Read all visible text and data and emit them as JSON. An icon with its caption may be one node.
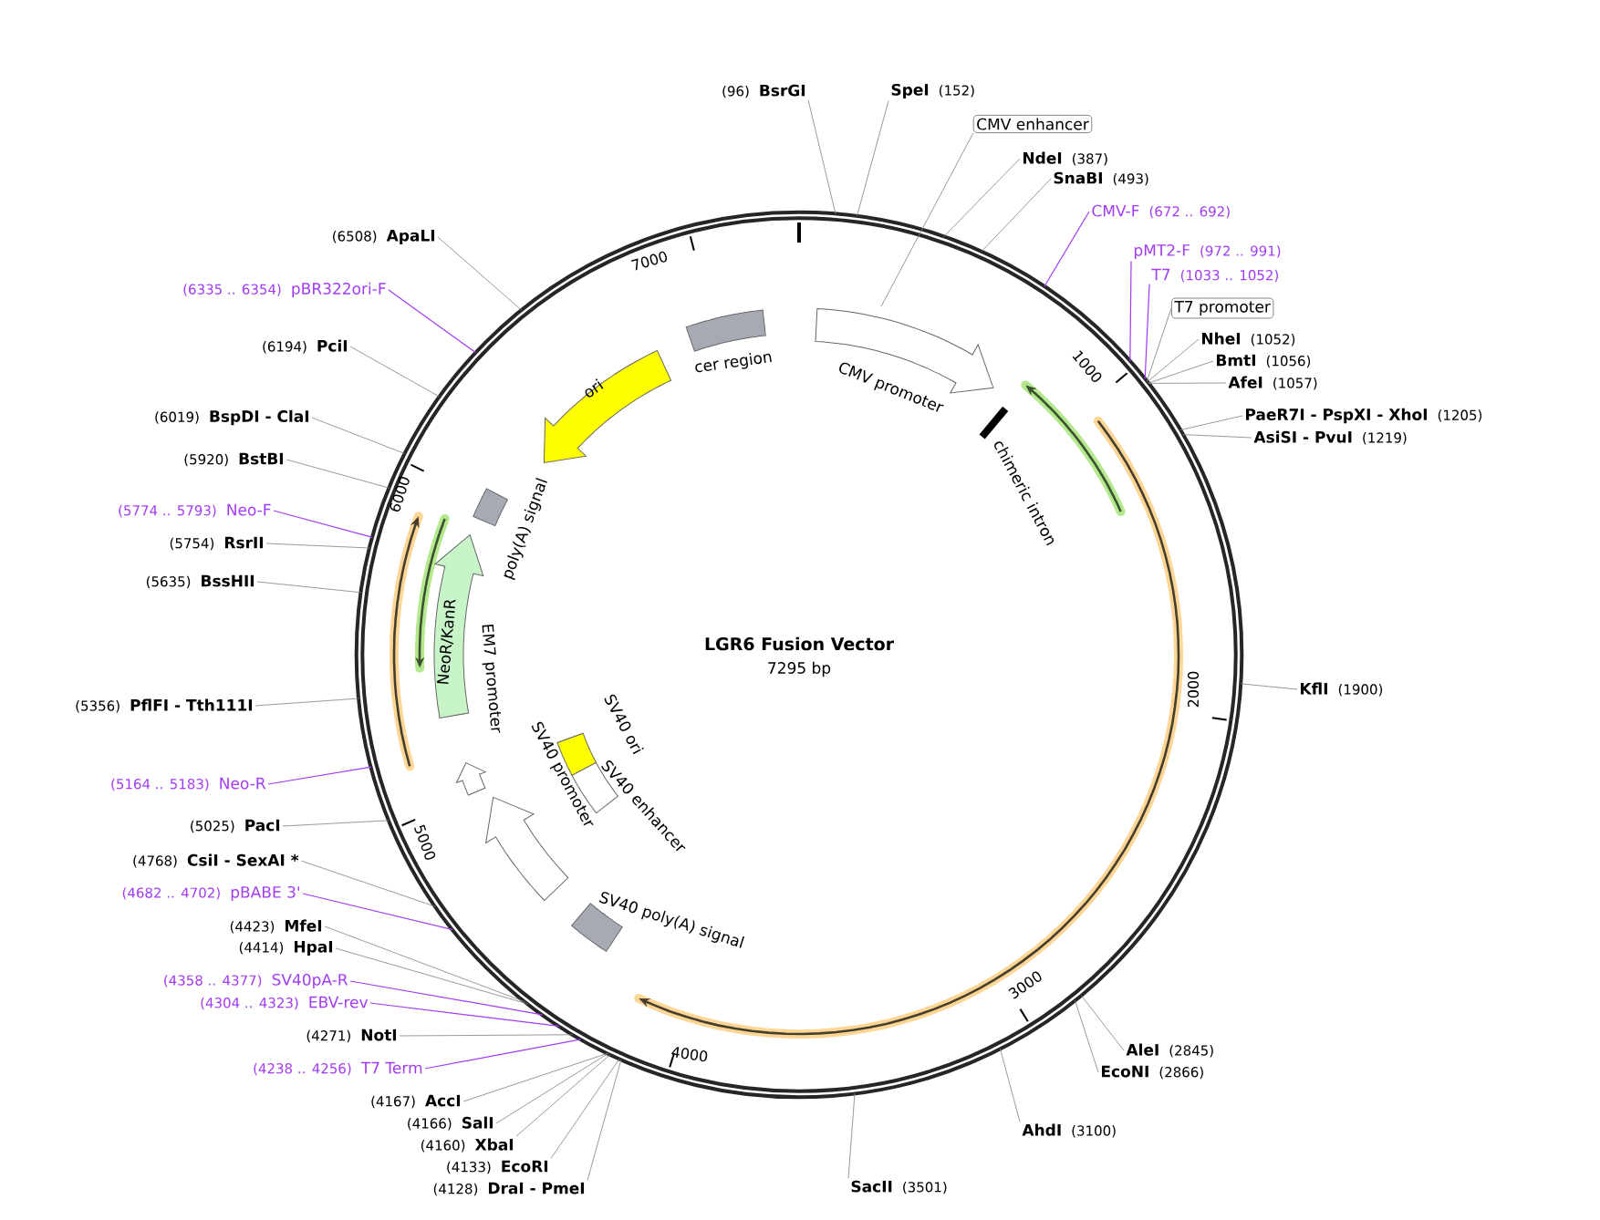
{
  "diagram": {
    "title": "LGR6 Fusion Vector",
    "nodes": [
      {
        "text": [],
        "shape": "circle"
      },
      {
        "text": [
          "(96)",
          "BsrGI"
        ]
      },
      {
        "text": [
          "SpeI",
          "(152)"
        ]
      },
      {
        "text": [
          "CMV enhancer"
        ]
      },
      {
        "text": [
          "NdeI",
          "(387)"
        ]
      },
      {
        "text": [
          "SnaBI",
          "(493)"
        ]
      },
      {
        "text": [
          "CMV-F",
          "(672 .. 692)"
        ]
      },
      {
        "text": [
          "pMT2-F",
          "(972 .. 991)"
        ]
      },
      {
        "text": [
          "T7",
          "(1033 .. 1052)"
        ]
      },
      {
        "text": [
          "T7 promoter"
        ]
      },
      {
        "text": [
          "NheI",
          "(1052)"
        ]
      },
      {
        "text": [
          "BmtI",
          "(1056)"
        ]
      },
      {
        "text": [
          "AfeI",
          "(1057)"
        ]
      },
      {
        "text": [
          "PaeR7I - PspXI - XhoI",
          "(1205)"
        ]
      },
      {
        "text": [
          "AsiSI - PvuI",
          "(1219)"
        ]
      },
      {
        "text": [
          "KflI",
          "(1900)"
        ]
      },
      {
        "text": [
          "AleI",
          "(2845)"
        ]
      },
      {
        "text": [
          "EcoNI",
          "(2866)"
        ]
      },
      {
        "text": [
          "AhdI",
          "(3100)"
        ]
      },
      {
        "text": [
          "SacII",
          "(3501)"
        ]
      },
      {
        "text": [
          "(4128)",
          "DraI - PmeI"
        ]
      },
      {
        "text": [
          "(4133)",
          "EcoRI"
        ]
      },
      {
        "text": [
          "(4160)",
          "XbaI"
        ]
      },
      {
        "text": [
          "(4166)",
          "SalI"
        ]
      },
      {
        "text": [
          "(4167)",
          "AccI"
        ]
      },
      {
        "text": [
          "(4238 .. 4256)",
          "T7 Term"
        ]
      },
      {
        "text": [
          "(4271)",
          "NotI"
        ]
      },
      {
        "text": [
          "(4304 .. 4323)",
          "EBV-rev"
        ]
      },
      {
        "text": [
          "(4358 .. 4377)",
          "SV40pA-R"
        ]
      },
      {
        "text": [
          "(4414)",
          "HpaI"
        ]
      },
      {
        "text": [
          "(4423)",
          "MfeI"
        ]
      },
      {
        "text": [
          "(4682 .. 4702)",
          "pBABE 3'"
        ]
      },
      {
        "text": [
          "(4768)",
          "CsiI - SexAI *"
        ]
      },
      {
        "text": [
          "(5025)",
          "PacI"
        ]
      },
      {
        "text": [
          "(5164 .. 5183)",
          "Neo-R"
        ]
      },
      {
        "text": [
          "(5356)",
          "PflFI - Tth111I"
        ]
      },
      {
        "text": [
          "(5635)",
          "BssHII"
        ]
      },
      {
        "text": [
          "(5754)",
          "RsrII"
        ]
      },
      {
        "text": [
          "(5774 .. 5793)",
          "Neo-F"
        ]
      },
      {
        "text": [
          "(5920)",
          "BstBI"
        ]
      },
      {
        "text": [
          "(6019)",
          "BspDI - ClaI"
        ]
      },
      {
        "text": [
          "(6194)",
          "PciI"
        ]
      },
      {
        "text": [
          "(6335 .. 6354)",
          "pBR322ori-F"
        ]
      },
      {
        "text": [
          "(6508)",
          "ApaLI"
        ]
      },
      {
        "text": [
          "cer region"
        ],
        "in": 0
      },
      {
        "text": [
          "CMV promoter"
        ],
        "in": 0
      },
      {
        "text": [
          "chimeric intron"
        ],
        "in": 0
      },
      {
        "text": [
          "ori"
        ],
        "in": 0
      },
      {
        "text": [
          "poly(A) signal"
        ],
        "in": 0
      },
      {
        "text": [
          "NeoR/KanR"
        ],
        "in": 0
      },
      {
        "text": [
          "EM7 promoter"
        ],
        "in": 0
      },
      {
        "text": [
          "SV40 promoter"
        ],
        "in": 0
      },
      {
        "text": [
          "SV40 ori"
        ],
        "in": 0
      },
      {
        "text": [
          "SV40 enhancer"
        ],
        "in": 0
      },
      {
        "text": [
          "SV40 poly(A) signal"
        ],
        "in": 0
      }
    ],
    "edges": [
      {
        "from": 1,
        "to": 0,
        "arrow": "none"
      },
      {
        "from": 2,
        "to": 0,
        "arrow": "none"
      },
      {
        "from": 3,
        "to": 0,
        "arrow": "none"
      },
      {
        "from": 4,
        "to": 0,
        "arrow": "none"
      },
      {
        "from": 5,
        "to": 0,
        "arrow": "none"
      },
      {
        "from": 6,
        "to": 0,
        "arrow": "none",
        "color": "#a23cf4"
      },
      {
        "from": 7,
        "to": 0,
        "arrow": "none",
        "color": "#a23cf4"
      },
      {
        "from": 8,
        "to": 0,
        "arrow": "none",
        "color": "#a23cf4"
      },
      {
        "from": 9,
        "to": 0,
        "arrow": "none"
      },
      {
        "from": 10,
        "to": 0,
        "arrow": "none"
      },
      {
        "from": 11,
        "to": 0,
        "arrow": "none"
      },
      {
        "from": 12,
        "to": 0,
        "arrow": "none"
      },
      {
        "from": 13,
        "to": 0,
        "arrow": "none"
      },
      {
        "from": 14,
        "to": 0,
        "arrow": "none"
      },
      {
        "from": 15,
        "to": 0,
        "arrow": "none"
      },
      {
        "from": 16,
        "to": 0,
        "arrow": "none"
      },
      {
        "from": 17,
        "to": 0,
        "arrow": "none"
      },
      {
        "from": 18,
        "to": 0,
        "arrow": "none"
      },
      {
        "from": 19,
        "to": 0,
        "arrow": "none"
      },
      {
        "from": 20,
        "to": 0,
        "arrow": "none"
      },
      {
        "from": 21,
        "to": 0,
        "arrow": "none"
      },
      {
        "from": 22,
        "to": 0,
        "arrow": "none"
      },
      {
        "from": 23,
        "to": 0,
        "arrow": "none"
      },
      {
        "from": 24,
        "to": 0,
        "arrow": "none"
      },
      {
        "from": 25,
        "to": 0,
        "arrow": "none",
        "color": "#a23cf4"
      },
      {
        "from": 26,
        "to": 0,
        "arrow": "none"
      },
      {
        "from": 27,
        "to": 0,
        "arrow": "none",
        "color": "#a23cf4"
      },
      {
        "from": 28,
        "to": 0,
        "arrow": "none",
        "color": "#a23cf4"
      },
      {
        "from": 29,
        "to": 0,
        "arrow": "none"
      },
      {
        "from": 30,
        "to": 0,
        "arrow": "none"
      },
      {
        "from": 31,
        "to": 0,
        "arrow": "none",
        "color": "#a23cf4"
      },
      {
        "from": 32,
        "to": 0,
        "arrow": "none"
      },
      {
        "from": 33,
        "to": 0,
        "arrow": "none"
      },
      {
        "from": 34,
        "to": 0,
        "arrow": "none",
        "color": "#a23cf4"
      },
      {
        "from": 35,
        "to": 0,
        "arrow": "none"
      },
      {
        "from": 36,
        "to": 0,
        "arrow": "none"
      },
      {
        "from": 37,
        "to": 0,
        "arrow": "none"
      },
      {
        "from": 38,
        "to": 0,
        "arrow": "none",
        "color": "#a23cf4"
      },
      {
        "from": 39,
        "to": 0,
        "arrow": "none"
      },
      {
        "from": 40,
        "to": 0,
        "arrow": "none"
      },
      {
        "from": 41,
        "to": 0,
        "arrow": "none"
      },
      {
        "from": 42,
        "to": 0,
        "arrow": "none",
        "color": "#a23cf4"
      },
      {
        "from": 43,
        "to": 0,
        "arrow": "none"
      }
    ],
    "labels": [
      "7295 bp",
      "1000",
      "2000",
      "3000",
      "4000",
      "5000",
      "6000",
      "7000"
    ]
  }
}
